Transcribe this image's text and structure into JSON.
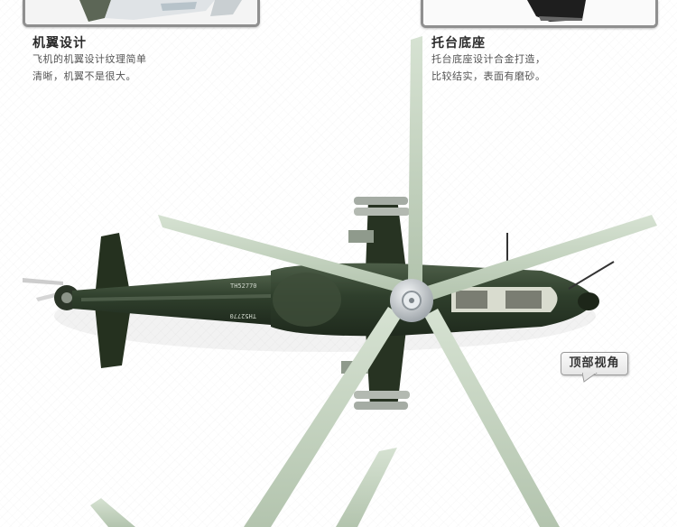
{
  "features": [
    {
      "title": "机翼设计",
      "desc_lines": [
        "飞机的机翼设计纹理简单",
        "清晰，机翼不是很大。"
      ]
    },
    {
      "title": "托台底座",
      "desc_lines": [
        "托台底座设计合金打造，",
        "比较结实，表面有磨砂。"
      ]
    }
  ],
  "fuselage_codes": [
    "TH52770",
    "TH52770"
  ],
  "view_tag": "顶部视角",
  "colors": {
    "rotor_blade": "#c5d4c1",
    "fuselage": "#2f3f2c",
    "hub": "#cfd3d6",
    "title_text": "#2b2b2b",
    "desc_text": "#555555"
  },
  "icons": {
    "helicopter": "helicopter-model-image",
    "photo_left": "wing-closeup-photo",
    "photo_right": "base-closeup-photo"
  }
}
